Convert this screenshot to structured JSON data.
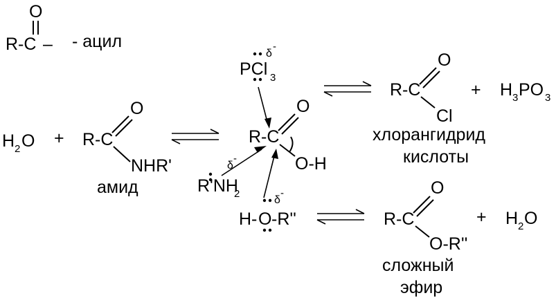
{
  "acyl": {
    "group": "R-C",
    "dash": "–",
    "o": "O",
    "label": "- ацил"
  },
  "amide": {
    "group": "R-C",
    "o": "O",
    "sub": "NHR'",
    "name": "амид"
  },
  "water_left": {
    "h": "H",
    "two": "2",
    "o": "O"
  },
  "plus": "+",
  "center": {
    "group": "R-C",
    "o": "O",
    "oh": "O-H"
  },
  "pcl3": {
    "p": "PCl",
    "three": "3",
    "delta": "δ",
    "minus": "-"
  },
  "amine": {
    "r": "R'NH",
    "two": "2",
    "delta": "δ",
    "minus": "-"
  },
  "alcohol": {
    "h": "H-",
    "o": "O",
    "r": "-R''",
    "delta": "δ",
    "minus": "-"
  },
  "acid_chloride": {
    "group": "R-C",
    "o": "O",
    "cl": "Cl",
    "name_line1": "хлорангидрид",
    "name_line2": "кислоты"
  },
  "h3po3": {
    "h": "H",
    "three_a": "3",
    "po": "PO",
    "three_b": "3"
  },
  "ester": {
    "group": "R-C",
    "o": "O",
    "or": "O-R''",
    "name_line1": "сложный",
    "name_line2": "эфир"
  },
  "water_right": {
    "h": "H",
    "two": "2",
    "o": "O"
  }
}
